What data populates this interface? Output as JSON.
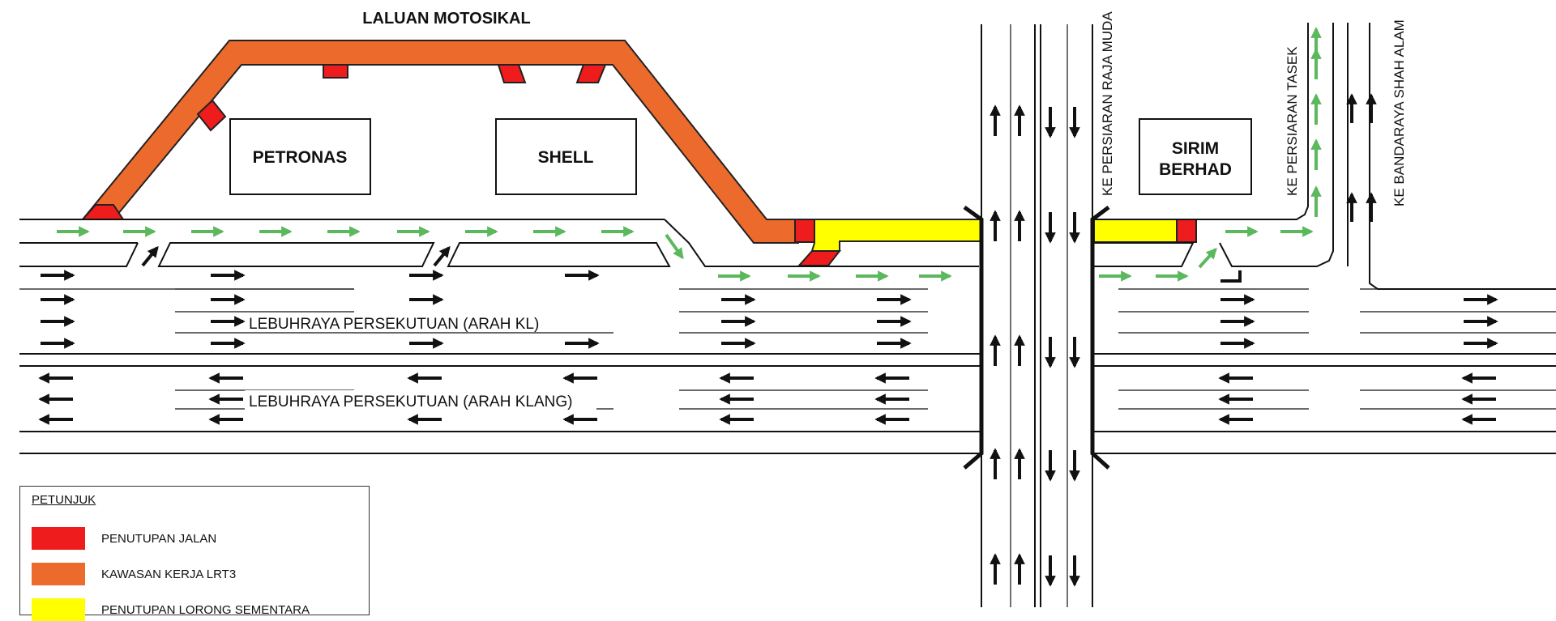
{
  "title": "LALUAN MOTOSIKAL",
  "buildings": {
    "petronas": "PETRONAS",
    "shell": "SHELL",
    "sirim_line1": "SIRIM",
    "sirim_line2": "BERHAD"
  },
  "roads": {
    "to_kl": "LEBUHRAYA PERSEKUTUAN (ARAH KL)",
    "to_klang": "LEBUHRAYA PERSEKUTUAN (ARAH KLANG)",
    "raja_muda": "KE PERSIARAN RAJA MUDA",
    "tasek": "KE PERSIARAN TASEK",
    "shah_alam": "KE BANDARAYA SHAH ALAM"
  },
  "legend": {
    "heading": "PETUNJUK",
    "items": [
      {
        "label": "PENUTUPAN JALAN",
        "color": "#ee1c1c"
      },
      {
        "label": "KAWASAN KERJA LRT3",
        "color": "#ec6a2c"
      },
      {
        "label": "PENUTUPAN LORONG SEMENTARA",
        "color": "#ffff00"
      }
    ]
  },
  "colors": {
    "road_closure": "#ee1c1c",
    "lrt3_work_zone": "#ec6a2c",
    "temporary_lane_closure": "#ffff00",
    "motorcycle_route": "#5cb85c",
    "traffic_arrow": "#111111"
  }
}
